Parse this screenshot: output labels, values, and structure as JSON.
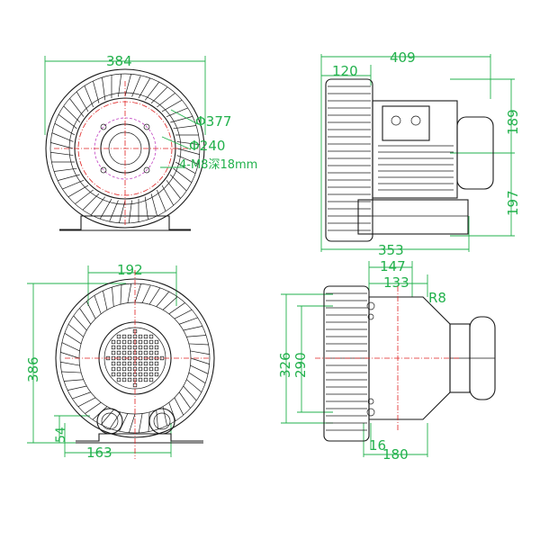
{
  "views": {
    "front_top": {
      "width_dim": "384",
      "outer_dia": "Φ377",
      "bolt_circle": "Φ240",
      "thread": "4-M8深18mm"
    },
    "side_top": {
      "total_length": "409",
      "inlet_offset": "120",
      "upper_height": "189",
      "lower_height": "197",
      "base_length": "353"
    },
    "front_bottom": {
      "top_width": "192",
      "height": "386",
      "port_offset": "54",
      "port_spacing": "163"
    },
    "plan_bottom": {
      "dim_147": "147",
      "dim_133": "133",
      "radius": "R8",
      "dim_326": "326",
      "dim_290": "290",
      "dim_16": "16",
      "dim_180": "180"
    }
  }
}
